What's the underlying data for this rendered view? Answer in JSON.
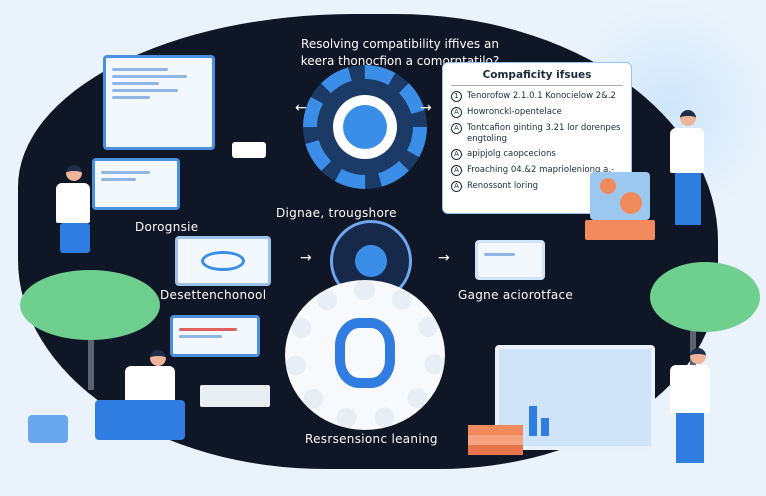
{
  "title": "Resolving compatibility iffives an keera thonocfion a comorntatilo?",
  "issues_card": {
    "heading": "Compaficity ifsues",
    "items": [
      {
        "num": "1",
        "text": "Tenorofow 2.1.0.1 Konocielow 2&.2"
      },
      {
        "num": "A",
        "text": "Howronckl-opentelace"
      },
      {
        "num": "A",
        "text": "Tontcafion ginting 3.21 lor dorenpes engtoling"
      },
      {
        "num": "A",
        "text": "apipjolg caopcecions"
      },
      {
        "num": "A",
        "text": "Froaching 04.&2 maprioleniong a.-"
      },
      {
        "num": "A",
        "text": "Renossont loring"
      }
    ]
  },
  "labels": {
    "diagnose": "Dorognsie",
    "diagnose_troubleshoot": "Dignae, trougshore",
    "detection_tool": "Desettenchonool",
    "gagne_interface": "Gagne aciorotface",
    "resolution_learning": "Resrsensionc leaning"
  },
  "colors": {
    "background": "#0f1626",
    "accent_blue": "#2f7de0",
    "orange": "#f08a5d"
  }
}
